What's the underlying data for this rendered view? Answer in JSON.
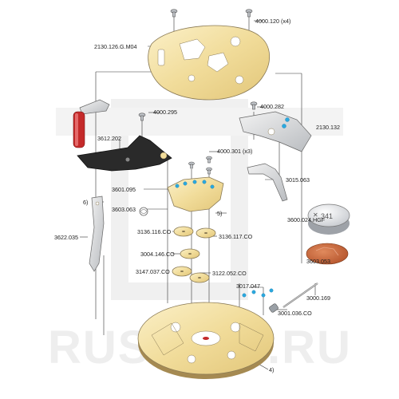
{
  "labels": {
    "l_4000_120": "4000.120 (x4)",
    "l_2130_126": "2130.126.G.M04",
    "l_4000_282": "4000.282",
    "l_2130_132": "2130.132",
    "l_4000_295": "4000.295",
    "l_3612_202": "3612.202",
    "l_4000_301": "4000.301 (x3)",
    "l_3015_063": "3015.063",
    "l_3601_095": "3601.095",
    "l_6": "6)",
    "l_3603_063": "3603.063",
    "l_5": "5)",
    "l_3600_024": "3600.024.HGF",
    "l_3622_035": "3622.035",
    "l_3136_116": "3136.116.CO",
    "l_3136_117": "3136.117.CO",
    "l_3004_146": "3004.146.CO",
    "l_3603_053": "3603.053",
    "l_3147_037": "3147.037.CO",
    "l_3122_052": "3122.052.CO",
    "l_3017_047": "3017.047",
    "l_3000_169": "3000.169",
    "l_3001_036": "3001.036.CO",
    "l_4": "4)"
  },
  "battery_text": "341",
  "watermark": "RUSSIAN.RU",
  "colors": {
    "gold": "#f1dc9a",
    "jewel": "#2aa9e0",
    "rotor": "#c9653a",
    "coil": "#c42a2a"
  }
}
